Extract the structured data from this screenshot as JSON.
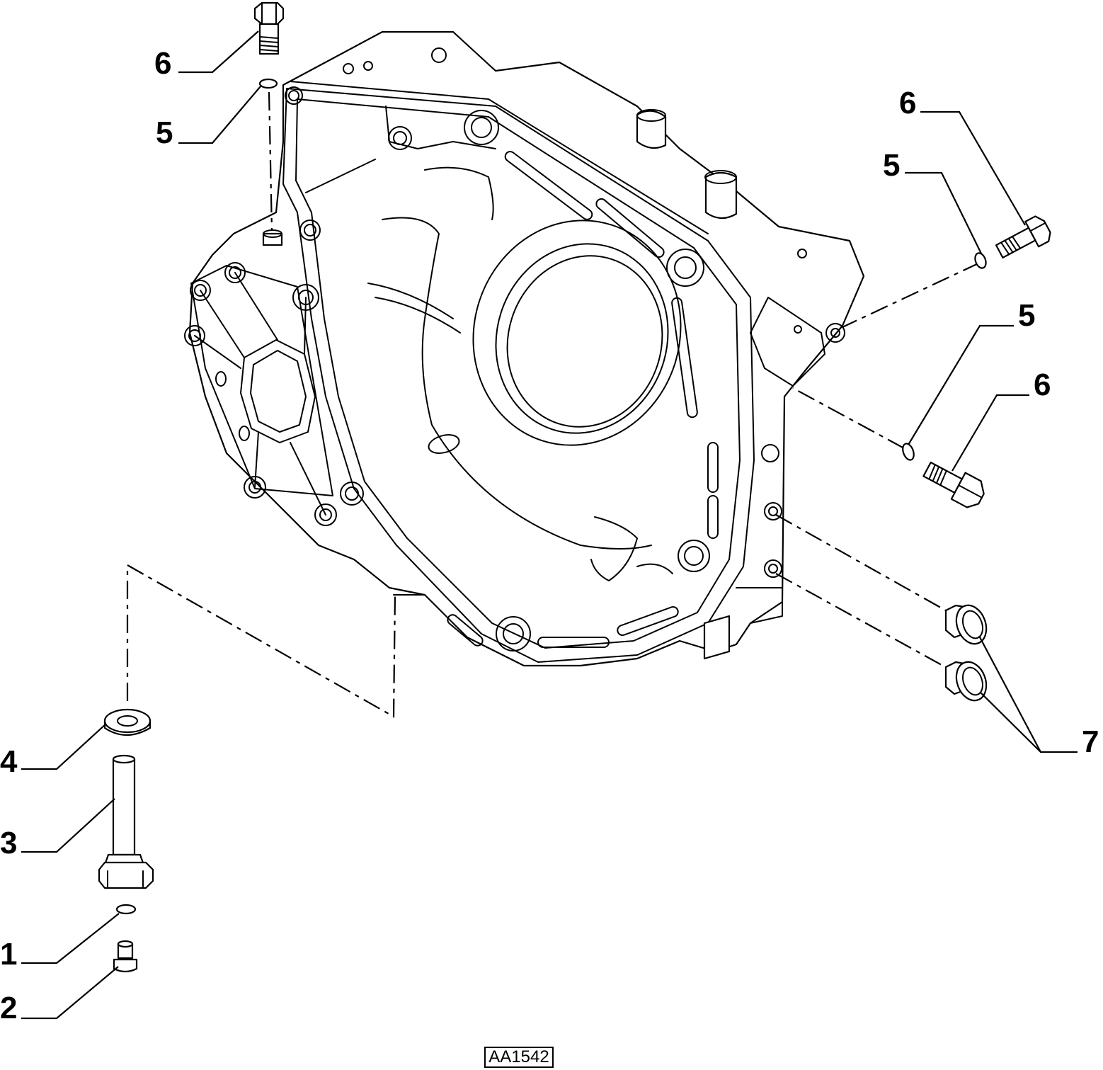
{
  "diagram": {
    "reference_code": "AA1542",
    "callouts": [
      {
        "id": "c6a",
        "label": "6"
      },
      {
        "id": "c5a",
        "label": "5"
      },
      {
        "id": "c6b",
        "label": "6"
      },
      {
        "id": "c5b",
        "label": "5"
      },
      {
        "id": "c5c",
        "label": "5"
      },
      {
        "id": "c6c",
        "label": "6"
      },
      {
        "id": "c7",
        "label": "7"
      },
      {
        "id": "c4",
        "label": "4"
      },
      {
        "id": "c3",
        "label": "3"
      },
      {
        "id": "c1",
        "label": "1"
      },
      {
        "id": "c2",
        "label": "2"
      }
    ]
  }
}
